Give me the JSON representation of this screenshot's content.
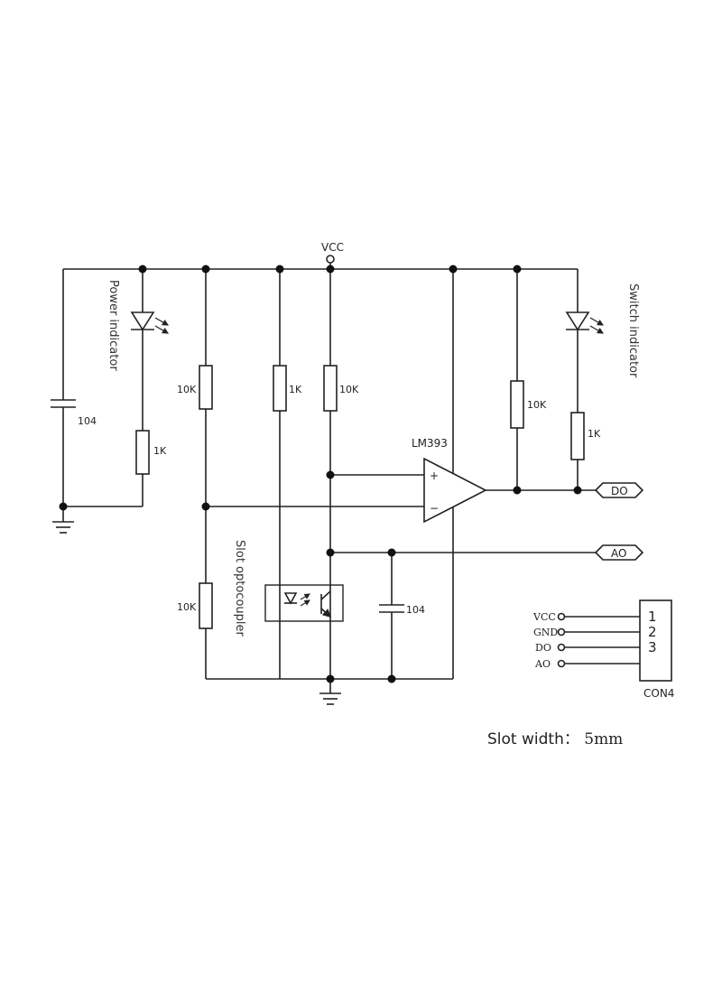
{
  "labels": {
    "vcc": "VCC",
    "power_indicator": "Power indicator",
    "switch_indicator": "Switch indicator",
    "slot_optocoupler": "Slot optocoupler",
    "opamp": "LM393",
    "opamp_plus": "+",
    "opamp_minus": "−",
    "do_out": "DO",
    "ao_out": "AO",
    "c1": "104",
    "c2": "104",
    "r_power": "1K",
    "r_div_top": "10K",
    "r_div_bot": "10K",
    "r_led": "1K",
    "r_pull": "10K",
    "r_pullup": "10K",
    "r_switch": "1K"
  },
  "connector": {
    "name": "CON4",
    "pins": [
      {
        "signal": "VCC",
        "number": "1"
      },
      {
        "signal": "GND",
        "number": "2"
      },
      {
        "signal": "DO",
        "number": "3"
      },
      {
        "signal": "AO",
        "number": ""
      }
    ]
  },
  "slot_width": {
    "label": "Slot width：",
    "value": "5mm"
  }
}
